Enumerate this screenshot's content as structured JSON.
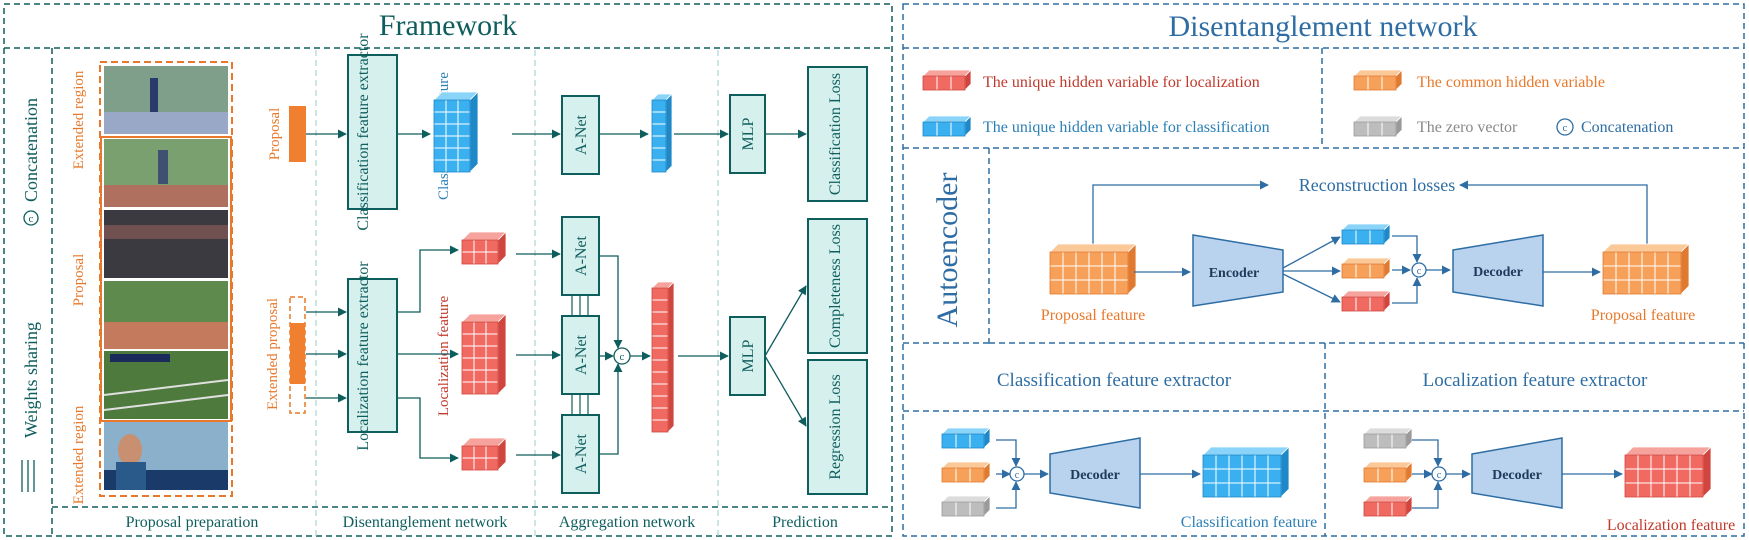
{
  "framework": {
    "title": "Framework",
    "sides": {
      "concatenation": "Concatenation",
      "weights_sharing": "Weights sharing"
    },
    "frames": {
      "extended_region_top": "Extended region",
      "proposal": "Proposal",
      "extended_region_bottom": "Extended region"
    },
    "proposal_label": "Proposal",
    "extended_proposal_label": "Extended proposal",
    "extractors": {
      "classification": "Classification feature extractor",
      "localization": "Localization feature extractor"
    },
    "feature_labels": {
      "classification": "Classification feature",
      "localization": "Localization feature"
    },
    "anet": "A-Net",
    "mlp": "MLP",
    "losses": {
      "classification": "Classification Loss",
      "completeness": "Completeness Loss",
      "regression": "Regression Loss"
    },
    "sections": {
      "proposal_preparation": "Proposal preparation",
      "disentanglement": "Disentanglement network",
      "aggregation": "Aggregation network",
      "prediction": "Prediction"
    }
  },
  "disentanglement": {
    "title": "Disentanglement network",
    "legend": {
      "unique_loc": "The unique hidden variable for localization",
      "common": "The common hidden variable",
      "unique_cls": "The unique hidden variable for classification",
      "zero": "The zero vector",
      "concat_symbol": "c",
      "concat": "Concatenation"
    },
    "autoencoder": {
      "label": "Autoencoder",
      "reconstruction": "Reconstruction losses",
      "encoder": "Encoder",
      "decoder": "Decoder",
      "proposal_feature_in": "Proposal feature",
      "proposal_feature_out": "Proposal feature"
    },
    "cls_extractor": {
      "title": "Classification feature extractor",
      "decoder": "Decoder",
      "output": "Classification feature"
    },
    "loc_extractor": {
      "title": "Localization feature extractor",
      "decoder": "Decoder",
      "output": "Localization feature"
    }
  },
  "colors": {
    "teal": "#0f5e5e",
    "box_fill": "#d6f0ee",
    "orange": "#e8782a",
    "red_feature": "#f0605a",
    "blue_feature": "#3ab0f0",
    "gray_feature": "#b8b8b8",
    "frame_blue": "#2e6da4"
  }
}
